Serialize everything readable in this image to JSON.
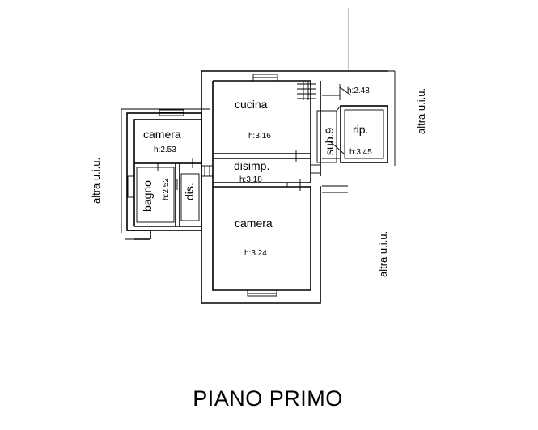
{
  "floor_title": "PIANO PRIMO",
  "rooms": {
    "cucina": {
      "label": "cucina",
      "height": "h:3.16"
    },
    "camera_small": {
      "label": "camera",
      "height": "h:2.53"
    },
    "camera_large": {
      "label": "camera",
      "height": "h:3.24"
    },
    "disimp": {
      "label": "disimp.",
      "height": "h:3.18"
    },
    "bagno": {
      "label": "bagno",
      "height": "h:2.52"
    },
    "dis": {
      "label": "dis."
    },
    "rip": {
      "label": "rip.",
      "height": "h:3.45"
    },
    "stair": {
      "height": "h:2.48"
    }
  },
  "sub_label": "sub.9",
  "neighbor_labels": {
    "left": "altra u.i.u.",
    "right_top": "altra u.i.u.",
    "right_bottom": "altra u.i.u."
  }
}
